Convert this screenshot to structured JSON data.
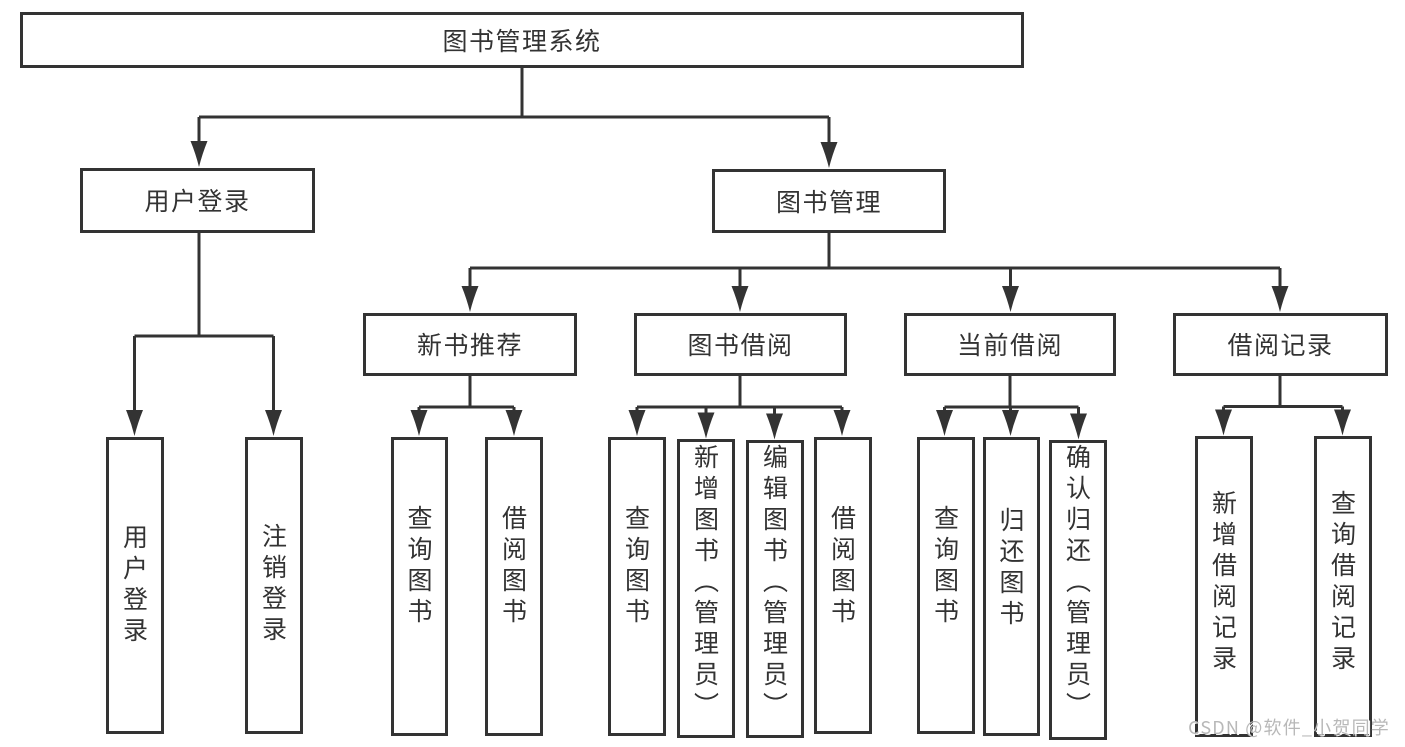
{
  "diagram": {
    "tree": {
      "label": "图书管理系统",
      "children": [
        {
          "label": "用户登录",
          "children": [
            {
              "label": "用户登录"
            },
            {
              "label": "注销登录"
            }
          ]
        },
        {
          "label": "图书管理",
          "children": [
            {
              "label": "新书推荐",
              "children": [
                {
                  "label": "查询图书"
                },
                {
                  "label": "借阅图书"
                }
              ]
            },
            {
              "label": "图书借阅",
              "children": [
                {
                  "label": "查询图书"
                },
                {
                  "label": "新增图书（管理员）"
                },
                {
                  "label": "编辑图书（管理员）"
                },
                {
                  "label": "借阅图书"
                }
              ]
            },
            {
              "label": "当前借阅",
              "children": [
                {
                  "label": "查询图书"
                },
                {
                  "label": "归还图书"
                },
                {
                  "label": "确认归还（管理员）"
                }
              ]
            },
            {
              "label": "借阅记录",
              "children": [
                {
                  "label": "新增借阅记录"
                },
                {
                  "label": "查询借阅记录"
                }
              ]
            }
          ]
        }
      ]
    },
    "watermark": {
      "text": "CSDN @软件_小贺同学"
    },
    "colors": {
      "line": "#333333",
      "text": "#333333",
      "background": "#ffffff",
      "watermark": "#b8b8b8"
    }
  }
}
